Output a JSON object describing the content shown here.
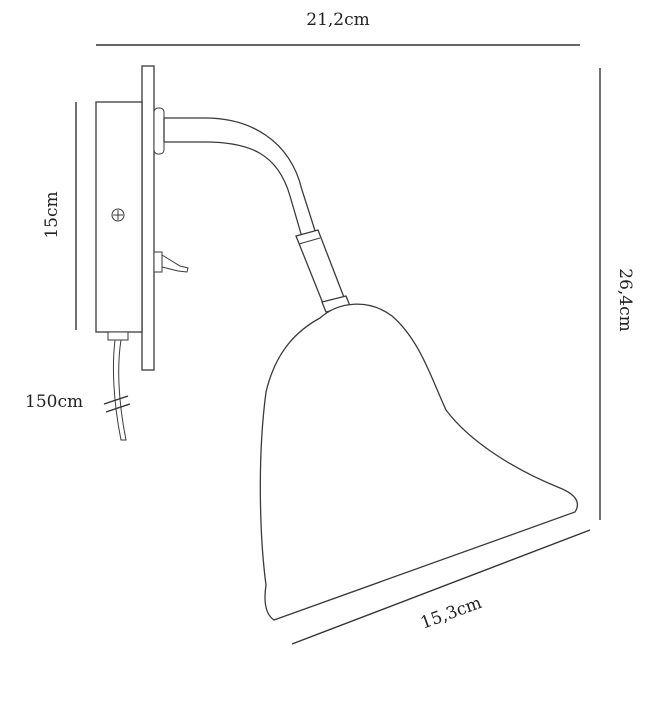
{
  "dimensions": {
    "width": "21,2cm",
    "height": "26,4cm",
    "backplate_height": "15cm",
    "cable_length": "150cm",
    "shade_length": "15,3cm"
  },
  "colors": {
    "line": "#3a3a3a",
    "background": "#ffffff"
  }
}
